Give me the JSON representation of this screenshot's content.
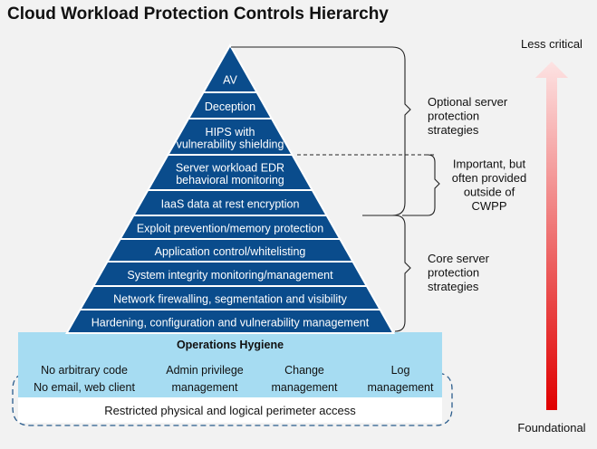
{
  "title": "Cloud Workload Protection Controls Hierarchy",
  "pyramid": {
    "tiers": [
      {
        "lines": [
          "AV"
        ]
      },
      {
        "lines": [
          "Deception"
        ]
      },
      {
        "lines": [
          "HIPS with",
          "vulnerability shielding"
        ]
      },
      {
        "lines": [
          "Server workload EDR",
          "behavioral monitoring"
        ]
      },
      {
        "lines": [
          "IaaS data at rest encryption"
        ]
      },
      {
        "lines": [
          "Exploit prevention/memory protection"
        ]
      },
      {
        "lines": [
          "Application control/whitelisting"
        ]
      },
      {
        "lines": [
          "System integrity monitoring/management"
        ]
      },
      {
        "lines": [
          "Network firewalling, segmentation and visibility"
        ]
      },
      {
        "lines": [
          "Hardening, configuration and vulnerability management"
        ]
      }
    ]
  },
  "groups": [
    {
      "lines": [
        "Optional server",
        "protection",
        "strategies"
      ]
    },
    {
      "lines": [
        "Important, but",
        "often provided",
        "outside of",
        "CWPP"
      ]
    },
    {
      "lines": [
        "Core server",
        "protection",
        "strategies"
      ]
    }
  ],
  "operations": {
    "title": "Operations Hygiene",
    "items": [
      {
        "lines": [
          "No arbitrary code",
          "No email, web client"
        ]
      },
      {
        "lines": [
          "Admin privilege",
          "management"
        ]
      },
      {
        "lines": [
          "Change",
          "management"
        ]
      },
      {
        "lines": [
          "Log",
          "management"
        ]
      }
    ]
  },
  "perimeter": "Restricted physical and logical perimeter access",
  "axis": {
    "top": "Less critical",
    "bottom": "Foundational"
  },
  "colors": {
    "tier_fill": "#0a4c8c",
    "tier_border": "#ffffff",
    "operations_fill": "#a6dcf2",
    "arrow_top": "#fde3e3",
    "arrow_bottom": "#e00000",
    "dashed_border": "#2a5c8c"
  }
}
